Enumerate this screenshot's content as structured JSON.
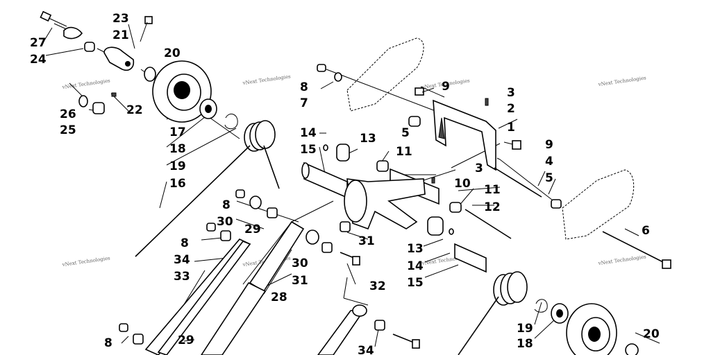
{
  "diagram": {
    "watermark_text": "vNext Technologies",
    "callouts": [
      {
        "id": "c27a",
        "text": "27"
      },
      {
        "id": "c24a",
        "text": "24"
      },
      {
        "id": "c23",
        "text": "23"
      },
      {
        "id": "c21",
        "text": "21"
      },
      {
        "id": "c20a",
        "text": "20"
      },
      {
        "id": "c26",
        "text": "26"
      },
      {
        "id": "c25",
        "text": "25"
      },
      {
        "id": "c22",
        "text": "22"
      },
      {
        "id": "c17",
        "text": "17"
      },
      {
        "id": "c18a",
        "text": "18"
      },
      {
        "id": "c19a",
        "text": "19"
      },
      {
        "id": "c16",
        "text": "16"
      },
      {
        "id": "c8a",
        "text": "8"
      },
      {
        "id": "c7",
        "text": "7"
      },
      {
        "id": "c9a",
        "text": "9"
      },
      {
        "id": "c3a",
        "text": "3"
      },
      {
        "id": "c2",
        "text": "2"
      },
      {
        "id": "c1",
        "text": "1"
      },
      {
        "id": "c5a",
        "text": "5"
      },
      {
        "id": "c9b",
        "text": "9"
      },
      {
        "id": "c4",
        "text": "4"
      },
      {
        "id": "c5b",
        "text": "5"
      },
      {
        "id": "c14a",
        "text": "14"
      },
      {
        "id": "c13a",
        "text": "13"
      },
      {
        "id": "c15a",
        "text": "15"
      },
      {
        "id": "c11a",
        "text": "11"
      },
      {
        "id": "c3b",
        "text": "3"
      },
      {
        "id": "c10",
        "text": "10"
      },
      {
        "id": "c11b",
        "text": "11"
      },
      {
        "id": "c12",
        "text": "12"
      },
      {
        "id": "c6",
        "text": "6"
      },
      {
        "id": "c8b",
        "text": "8"
      },
      {
        "id": "c30a",
        "text": "30"
      },
      {
        "id": "c29a",
        "text": "29"
      },
      {
        "id": "c31a",
        "text": "31"
      },
      {
        "id": "c8c",
        "text": "8"
      },
      {
        "id": "c34a",
        "text": "34"
      },
      {
        "id": "c33",
        "text": "33"
      },
      {
        "id": "c30b",
        "text": "30"
      },
      {
        "id": "c31b",
        "text": "31"
      },
      {
        "id": "c28",
        "text": "28"
      },
      {
        "id": "c32",
        "text": "32"
      },
      {
        "id": "c13b",
        "text": "13"
      },
      {
        "id": "c14b",
        "text": "14"
      },
      {
        "id": "c15b",
        "text": "15"
      },
      {
        "id": "c19b",
        "text": "19"
      },
      {
        "id": "c18b",
        "text": "18"
      },
      {
        "id": "c20b",
        "text": "20"
      },
      {
        "id": "c8d",
        "text": "8"
      },
      {
        "id": "c29b",
        "text": "29"
      },
      {
        "id": "c34b",
        "text": "34"
      }
    ]
  }
}
